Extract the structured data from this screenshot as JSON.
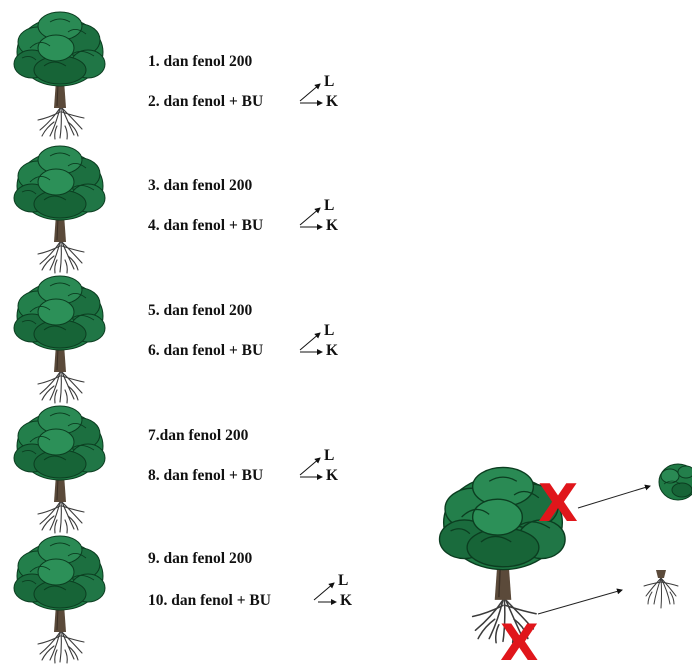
{
  "experiment_rows": [
    {
      "line1": "1. dan fenol  200",
      "line2": "2. dan fenol + BU",
      "branch_top": "L",
      "branch_bottom": "K"
    },
    {
      "line1": "3. dan fenol  200",
      "line2": "4. dan fenol + BU",
      "branch_top": "L",
      "branch_bottom": "K"
    },
    {
      "line1": "5. dan fenol  200",
      "line2": "6. dan fenol + BU",
      "branch_top": "L",
      "branch_bottom": "K"
    },
    {
      "line1": "7.dan fenol  200",
      "line2": "8. dan fenol + BU",
      "branch_top": "L",
      "branch_bottom": "K"
    },
    {
      "line1": "9. dan fenol   200",
      "line2": "10. dan fenol + BU",
      "branch_top": "L",
      "branch_bottom": "K"
    }
  ],
  "cut_diagram": {
    "cut_mark": "X",
    "cut_color": "#e0161b",
    "parts": [
      "leaves-icon",
      "roots-icon"
    ]
  },
  "colors": {
    "foliage": "#1f7a45",
    "foliage_dark": "#0f4f2a",
    "foliage_light": "#3fa06a",
    "stem": "#5b4a3a",
    "root": "#3b3b3b"
  }
}
